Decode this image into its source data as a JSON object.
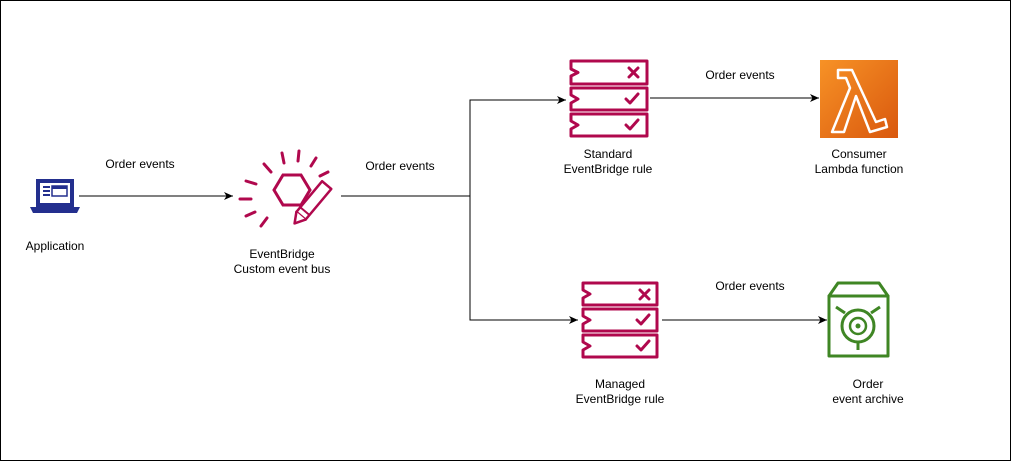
{
  "nodes": {
    "application": {
      "line1": "Application"
    },
    "event_bus": {
      "line1": "EventBridge",
      "line2": "Custom event bus"
    },
    "standard_rule": {
      "line1": "Standard",
      "line2": "EventBridge rule"
    },
    "managed_rule": {
      "line1": "Managed",
      "line2": "EventBridge rule"
    },
    "consumer": {
      "line1": "Consumer",
      "line2": "Lambda function"
    },
    "archive": {
      "line1": "Order",
      "line2": "event archive"
    }
  },
  "edges": {
    "app_to_bus": "Order events",
    "bus_to_rules": "Order events",
    "standard_to_consumer": "Order events",
    "managed_to_archive": "Order events"
  },
  "colors": {
    "eventbridge": "#B0084D",
    "application": "#232F8E",
    "lambda_top": "#F79226",
    "lambda_bottom": "#D9580E",
    "archive": "#3F8624",
    "line": "#000000"
  },
  "icons": {
    "application": "laptop-icon",
    "event_bus": "eventbridge-custom-bus-icon",
    "standard_rule": "eventbridge-rule-icon",
    "managed_rule": "eventbridge-rule-icon",
    "consumer": "lambda-icon",
    "archive": "archive-icon"
  }
}
